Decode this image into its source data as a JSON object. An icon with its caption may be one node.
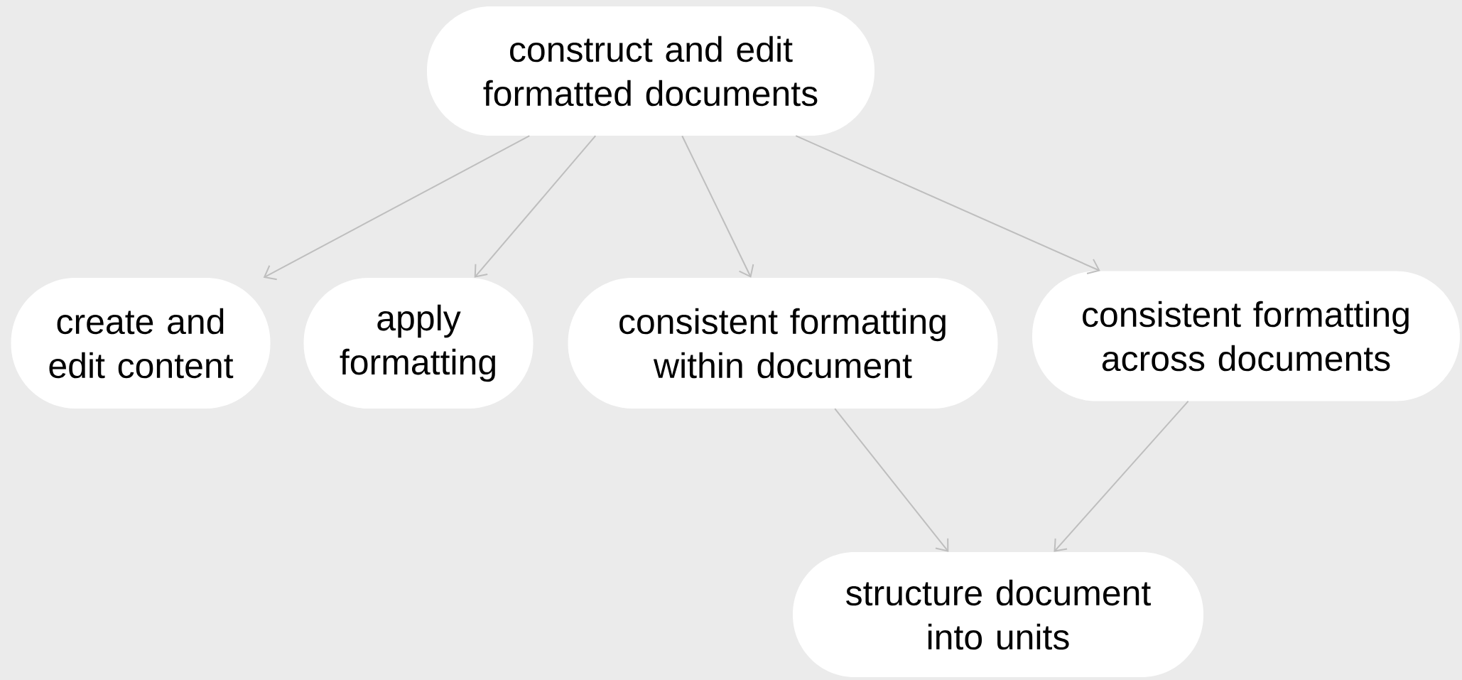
{
  "diagram": {
    "nodes": [
      {
        "text": [
          "construct and edit formatted documents"
        ]
      },
      {
        "text": [
          "create and edit content"
        ]
      },
      {
        "text": [
          "apply formatting"
        ]
      },
      {
        "text": [
          "consistent formatting within document"
        ]
      },
      {
        "text": [
          "consistent formatting across documents"
        ]
      },
      {
        "text": [
          "structure document into units"
        ]
      }
    ],
    "edges": [
      {
        "from": 0,
        "to": 1,
        "arrow": "to"
      },
      {
        "from": 0,
        "to": 2,
        "arrow": "to"
      },
      {
        "from": 0,
        "to": 3,
        "arrow": "to"
      },
      {
        "from": 0,
        "to": 4,
        "arrow": "to"
      },
      {
        "from": 3,
        "to": 5,
        "arrow": "to"
      },
      {
        "from": 4,
        "to": 5,
        "arrow": "to"
      }
    ]
  }
}
